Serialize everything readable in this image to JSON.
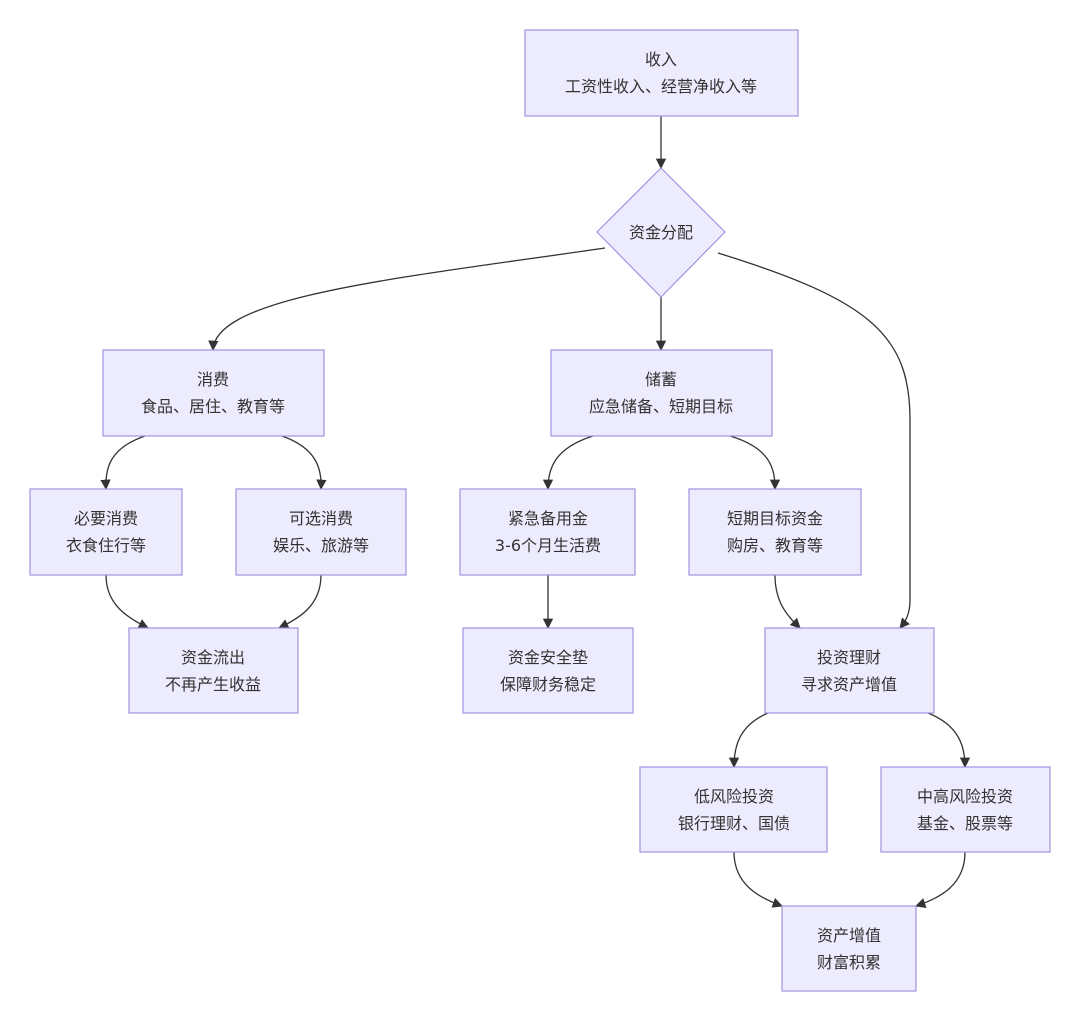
{
  "diagram": {
    "type": "flowchart",
    "nodes": {
      "income": {
        "line1": "收入",
        "line2": "工资性收入、经营净收入等"
      },
      "allocation": {
        "line1": "资金分配"
      },
      "consumption": {
        "line1": "消费",
        "line2": "食品、居住、教育等"
      },
      "savings": {
        "line1": "储蓄",
        "line2": "应急储备、短期目标"
      },
      "necessary": {
        "line1": "必要消费",
        "line2": "衣食住行等"
      },
      "optional": {
        "line1": "可选消费",
        "line2": "娱乐、旅游等"
      },
      "emergency": {
        "line1": "紧急备用金",
        "line2": "3-6个月生活费"
      },
      "short_term": {
        "line1": "短期目标资金",
        "line2": "购房、教育等"
      },
      "outflow": {
        "line1": "资金流出",
        "line2": "不再产生收益"
      },
      "safety_net": {
        "line1": "资金安全垫",
        "line2": "保障财务稳定"
      },
      "investment": {
        "line1": "投资理财",
        "line2": "寻求资产增值"
      },
      "low_risk": {
        "line1": "低风险投资",
        "line2": "银行理财、国债"
      },
      "mid_high_risk": {
        "line1": "中高风险投资",
        "line2": "基金、股票等"
      },
      "growth": {
        "line1": "资产增值",
        "line2": "财富积累"
      }
    },
    "edges": [
      {
        "from": "income",
        "to": "allocation"
      },
      {
        "from": "allocation",
        "to": "consumption"
      },
      {
        "from": "allocation",
        "to": "savings"
      },
      {
        "from": "allocation",
        "to": "investment"
      },
      {
        "from": "consumption",
        "to": "necessary"
      },
      {
        "from": "consumption",
        "to": "optional"
      },
      {
        "from": "necessary",
        "to": "outflow"
      },
      {
        "from": "optional",
        "to": "outflow"
      },
      {
        "from": "savings",
        "to": "emergency"
      },
      {
        "from": "savings",
        "to": "short_term"
      },
      {
        "from": "emergency",
        "to": "safety_net"
      },
      {
        "from": "short_term",
        "to": "investment"
      },
      {
        "from": "investment",
        "to": "low_risk"
      },
      {
        "from": "investment",
        "to": "mid_high_risk"
      },
      {
        "from": "low_risk",
        "to": "growth"
      },
      {
        "from": "mid_high_risk",
        "to": "growth"
      }
    ],
    "colors": {
      "node_fill": "#ececfe",
      "node_stroke": "#9f94e0",
      "edge": "#333333",
      "text": "#333333"
    }
  }
}
